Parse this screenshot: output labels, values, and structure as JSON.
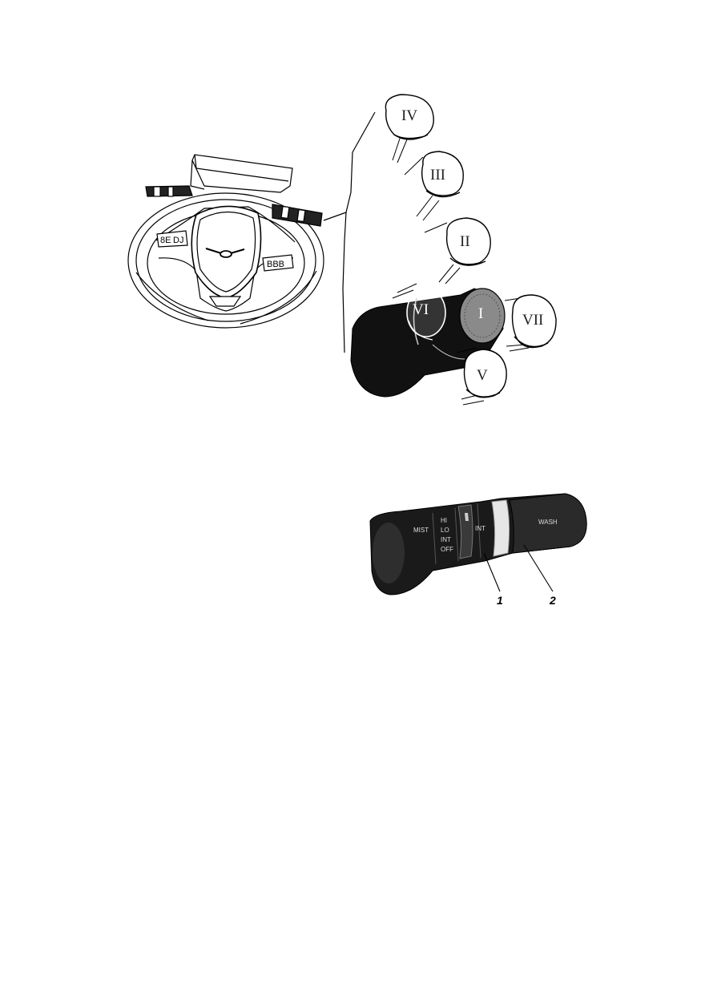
{
  "positions": {
    "I": "I",
    "II": "II",
    "III": "III",
    "IV": "IV",
    "V": "V",
    "VI": "VI",
    "VII": "VII"
  },
  "stalk_labels": {
    "mist": "MIST",
    "hi": "HI",
    "lo": "LO",
    "int": "INT",
    "off": "OFF",
    "int2": "INT",
    "wash": "WASH"
  },
  "callouts": {
    "one": "1",
    "two": "2"
  },
  "colors": {
    "ink": "#000000",
    "paper": "#ffffff",
    "dark_stalk": "#111111",
    "knob_gray": "#8a8a8a"
  }
}
